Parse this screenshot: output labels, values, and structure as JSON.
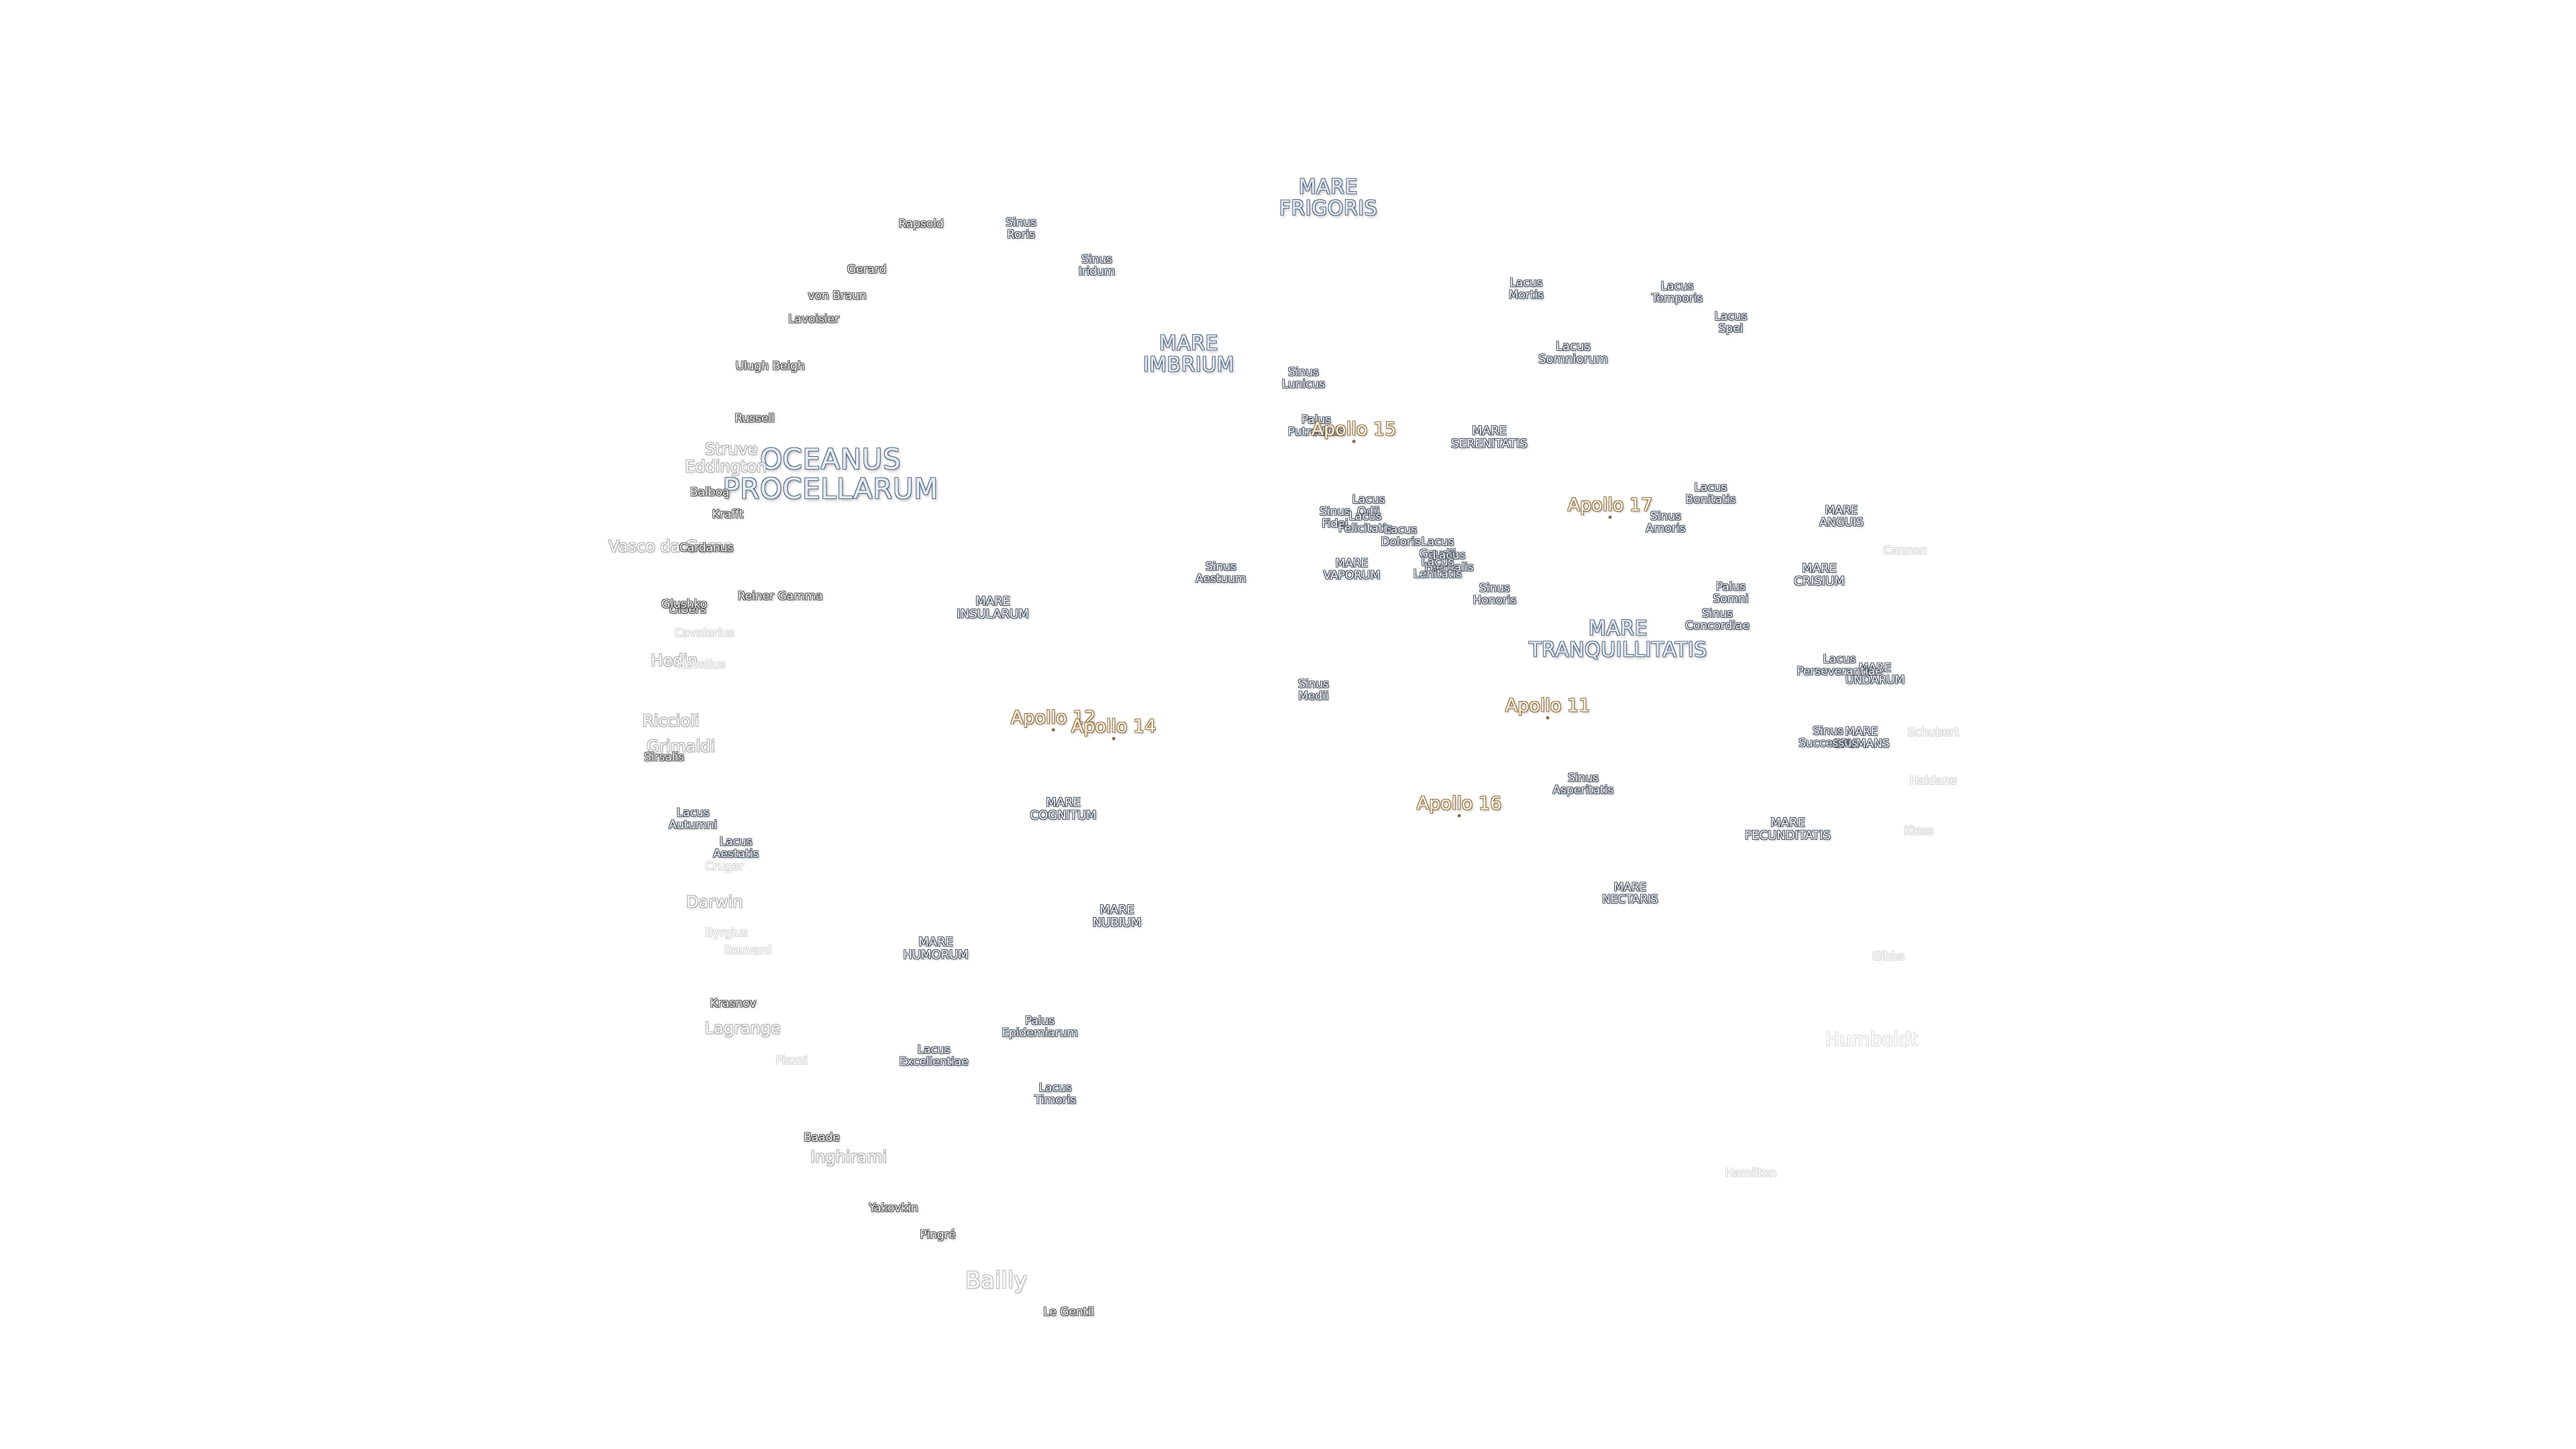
{
  "map": {
    "labels": [
      {
        "text": "MARE\nFRIGORIS",
        "x": 1,
        "y": 1,
        "kind": "mare"
      },
      {
        "text": "MARE\nIMBRIUM",
        "kind": "mare"
      },
      {
        "text": "OCEANUS\nPROCELLARUM",
        "kind": "ocean"
      },
      {
        "text": "MARE\nSERENITATIS",
        "kind": "mare-s"
      },
      {
        "text": "MARE\nTRANQUILLITATIS",
        "kind": "mare"
      },
      {
        "text": "MARE\nINSULARUM",
        "kind": "mare-s"
      },
      {
        "text": "MARE\nCOGNITUM",
        "kind": "mare-s"
      },
      {
        "text": "MARE\nNUBIUM",
        "kind": "mare-s"
      },
      {
        "text": "MARE\nHUMORUM",
        "kind": "mare-s"
      },
      {
        "text": "MARE\nVAPORUM",
        "kind": "small"
      },
      {
        "text": "MARE\nCRISIUM",
        "kind": "mare-s"
      },
      {
        "text": "MARE\nFECUNDITATIS",
        "kind": "mare-s"
      },
      {
        "text": "MARE\nNECTARIS",
        "kind": "small"
      },
      {
        "text": "MARE\nANGUIS",
        "kind": "small"
      },
      {
        "text": "MARE\nUNDARUM",
        "kind": "small"
      },
      {
        "text": "MARE\nSPUMANS",
        "kind": "small"
      },
      {
        "text": "Sinus\nRoris",
        "kind": "small"
      },
      {
        "text": "Sinus\nIridum",
        "kind": "small"
      },
      {
        "text": "Sinus\nLunicus",
        "kind": "small"
      },
      {
        "text": "Palus\nPutredinis",
        "kind": "small"
      },
      {
        "text": "Lacus\nMortis",
        "kind": "small"
      },
      {
        "text": "Lacus\nTemporis",
        "kind": "small"
      },
      {
        "text": "Lacus\nSpei",
        "kind": "small"
      },
      {
        "text": "Lacus\nSomniorum",
        "kind": "mare-s"
      },
      {
        "text": "Lacus\nBonitatis",
        "kind": "small"
      },
      {
        "text": "Sinus\nAmoris",
        "kind": "small"
      },
      {
        "text": "Palus\nSomni",
        "kind": "small"
      },
      {
        "text": "Sinus\nConcordiae",
        "kind": "small"
      },
      {
        "text": "Sinus\nFidei",
        "kind": "small"
      },
      {
        "text": "Lacus\nOdii",
        "kind": "small"
      },
      {
        "text": "Lacus\nFelicitatis",
        "kind": "small"
      },
      {
        "text": "Lacus\nDoloris",
        "kind": "small"
      },
      {
        "text": "Lacus\nGaudii",
        "kind": "small"
      },
      {
        "text": "Lacus\nHiemalis",
        "kind": "small"
      },
      {
        "text": "Lacus\nLenitatis",
        "kind": "small"
      },
      {
        "text": "Sinus\nHonoris",
        "kind": "small"
      },
      {
        "text": "Sinus\nAestuum",
        "kind": "small"
      },
      {
        "text": "Sinus\nMedii",
        "kind": "small"
      },
      {
        "text": "Sinus\nAsperitatis",
        "kind": "small"
      },
      {
        "text": "Lacus\nPerseverantiae",
        "kind": "small"
      },
      {
        "text": "Sinus\nSuccessus",
        "kind": "small"
      },
      {
        "text": "Palus\nEpidemiarum",
        "kind": "small"
      },
      {
        "text": "Lacus\nExcellentiae",
        "kind": "small"
      },
      {
        "text": "Lacus\nTimoris",
        "kind": "small"
      },
      {
        "text": "Lacus\nAutumni",
        "kind": "small"
      },
      {
        "text": "Lacus\nAestatis",
        "kind": "small"
      },
      {
        "text": "Rapsold",
        "kind": "crater"
      },
      {
        "text": "Gerard",
        "kind": "crater"
      },
      {
        "text": "von Braun",
        "kind": "crater"
      },
      {
        "text": "Lavoisier",
        "kind": "crater"
      },
      {
        "text": "Ulugh Beigh",
        "kind": "crater"
      },
      {
        "text": "Russell",
        "kind": "crater"
      },
      {
        "text": "Struve",
        "kind": "limb"
      },
      {
        "text": "Eddington",
        "kind": "limb"
      },
      {
        "text": "Balboa",
        "kind": "crater"
      },
      {
        "text": "Krafft",
        "kind": "crater"
      },
      {
        "text": "Vasco da Gama",
        "kind": "limb"
      },
      {
        "text": "Cardanus",
        "kind": "crater"
      },
      {
        "text": "Reiner Gamma",
        "kind": "crater"
      },
      {
        "text": "Olbers",
        "kind": "crater"
      },
      {
        "text": "Glushko",
        "kind": "crater"
      },
      {
        "text": "Cavalerius",
        "kind": "faint"
      },
      {
        "text": "Hedin",
        "kind": "limb"
      },
      {
        "text": "Hevelius",
        "kind": "faint"
      },
      {
        "text": "Riccioli",
        "kind": "limb"
      },
      {
        "text": "Grimaldi",
        "kind": "limb"
      },
      {
        "text": "Sirsalis",
        "kind": "crater"
      },
      {
        "text": "Cruger",
        "kind": "faint"
      },
      {
        "text": "Darwin",
        "kind": "limb"
      },
      {
        "text": "Byrgius",
        "kind": "faint"
      },
      {
        "text": "Lagrange",
        "kind": "limb"
      },
      {
        "text": "Piazzi",
        "kind": "faint"
      },
      {
        "text": "Krasnov",
        "kind": "crater"
      },
      {
        "text": "Bouvard",
        "kind": "faint"
      },
      {
        "text": "Inghirami",
        "kind": "limb"
      },
      {
        "text": "Baade",
        "kind": "crater"
      },
      {
        "text": "Yakovkin",
        "kind": "crater"
      },
      {
        "text": "Pingré",
        "kind": "crater"
      },
      {
        "text": "Bailly",
        "kind": "limb-big"
      },
      {
        "text": "Le Gentil",
        "kind": "crater"
      },
      {
        "text": "Cannon",
        "kind": "faint"
      },
      {
        "text": "Schubert",
        "kind": "faint"
      },
      {
        "text": "Haldane",
        "kind": "faint"
      },
      {
        "text": "Kiess",
        "kind": "faint"
      },
      {
        "text": "Gibbs",
        "kind": "faint"
      },
      {
        "text": "Humboldt",
        "kind": "faint-big"
      },
      {
        "text": "Hamilton",
        "kind": "faint"
      }
    ],
    "apollo_sites": [
      {
        "text": "Apollo 15"
      },
      {
        "text": "Apollo 17"
      },
      {
        "text": "Apollo 12"
      },
      {
        "text": "Apollo 14"
      },
      {
        "text": "Apollo 11"
      },
      {
        "text": "Apollo 16"
      }
    ],
    "colors": {
      "background": "#ffffff",
      "mare_outline": "#4e6078",
      "apollo_outline": "#8a6a3a"
    }
  }
}
